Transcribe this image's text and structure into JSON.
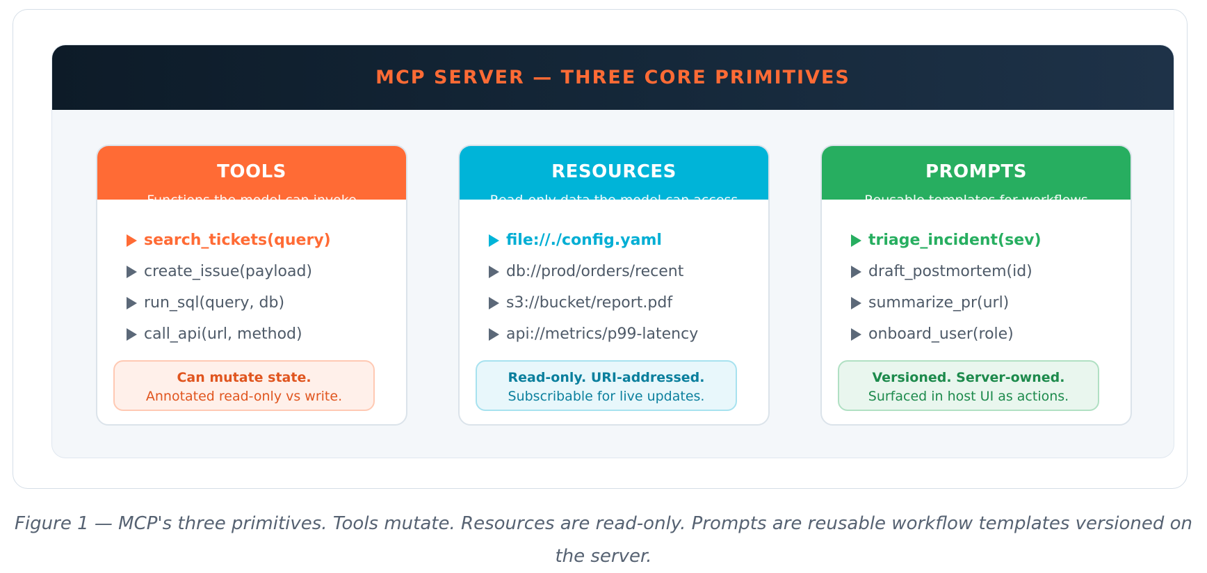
{
  "diagram": {
    "title": "MCP SERVER — THREE CORE PRIMITIVES",
    "cards": [
      {
        "title": "TOOLS",
        "subtitle": "Functions the model can invoke",
        "accent": "#ff6b35",
        "items": [
          "search_tickets(query)",
          "create_issue(payload)",
          "run_sql(query, db)",
          "call_api(url, method)"
        ],
        "note_strong": "Can mutate state.",
        "note_text": "Annotated read-only vs write."
      },
      {
        "title": "RESOURCES",
        "subtitle": "Read-only data the model can access",
        "accent": "#00b4d8",
        "items": [
          "file://./config.yaml",
          "db://prod/orders/recent",
          "s3://bucket/report.pdf",
          "api://metrics/p99-latency"
        ],
        "note_strong": "Read-only. URI-addressed.",
        "note_text": "Subscribable for live updates."
      },
      {
        "title": "PROMPTS",
        "subtitle": "Reusable templates for workflows",
        "accent": "#27ae60",
        "items": [
          "triage_incident(sev)",
          "draft_postmortem(id)",
          "summarize_pr(url)",
          "onboard_user(role)"
        ],
        "note_strong": "Versioned. Server-owned.",
        "note_text": "Surfaced in host UI as actions."
      }
    ]
  },
  "caption": "Figure 1 — MCP's three primitives. Tools mutate. Resources are read-only. Prompts are reusable workflow templates versioned on the server.",
  "colors": {
    "header_bg": "#0d1b28",
    "title": "#ff6b35",
    "text": "#4e5a68"
  }
}
